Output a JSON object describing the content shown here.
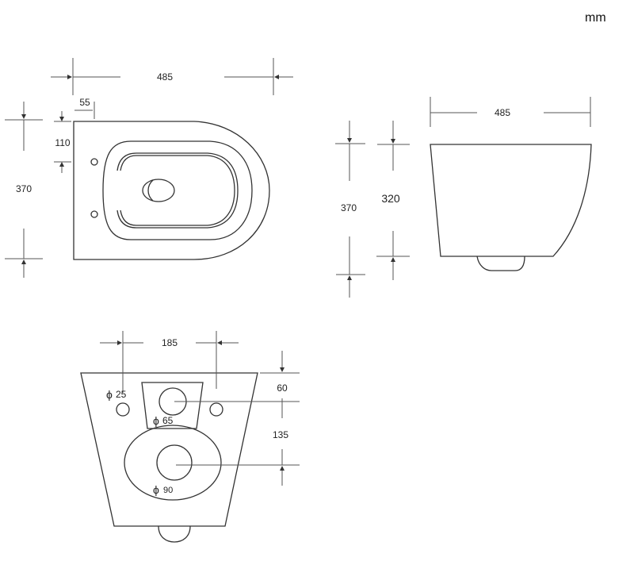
{
  "unit_label": "mm",
  "top_view": {
    "width": "485",
    "hinge_offset": "55",
    "hinge_spacing": "110",
    "depth": "370"
  },
  "side_view": {
    "width": "485",
    "height_total": "370",
    "height_body": "320"
  },
  "back_view": {
    "bolt_spacing": "185",
    "top_to_inlet": "60",
    "inlet_to_outlet": "135",
    "bolt_hole_diameter": "25",
    "inlet_diameter": "65",
    "outlet_diameter": "90",
    "diameter_symbol": "ϕ"
  }
}
